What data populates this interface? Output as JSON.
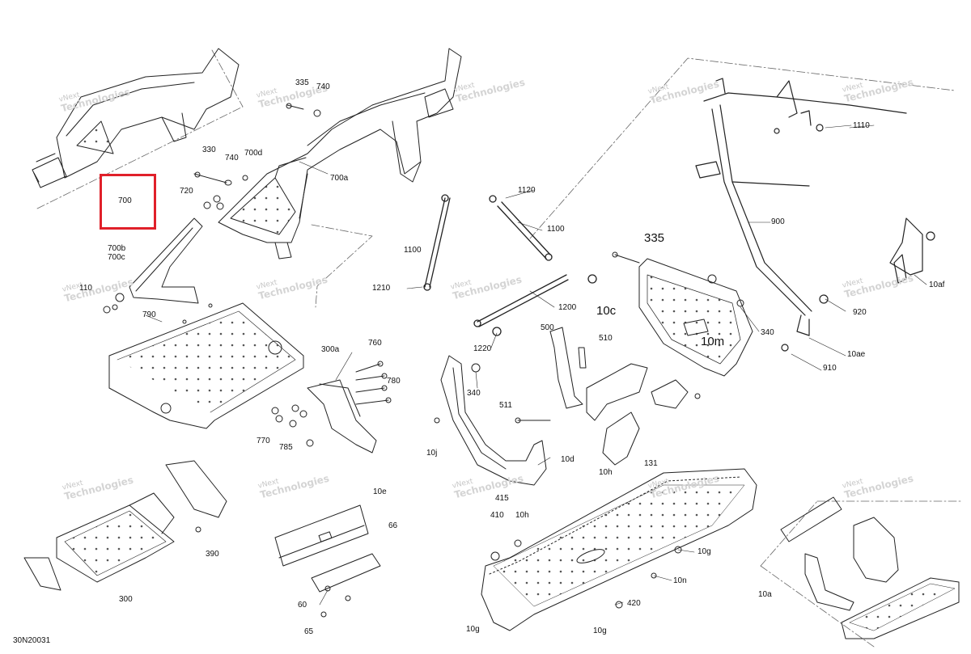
{
  "diagram": {
    "code": "30N20031",
    "highlight": {
      "part": "700",
      "color": "#e0202a"
    },
    "watermark": {
      "line1": "vNext",
      "line2": "Technologies"
    },
    "callouts": [
      {
        "id": "335_top",
        "text": "335"
      },
      {
        "id": "740_top",
        "text": "740"
      },
      {
        "id": "330",
        "text": "330"
      },
      {
        "id": "740",
        "text": "740"
      },
      {
        "id": "700d",
        "text": "700d"
      },
      {
        "id": "700a",
        "text": "700a"
      },
      {
        "id": "720",
        "text": "720"
      },
      {
        "id": "700",
        "text": "700"
      },
      {
        "id": "700b",
        "text": "700b"
      },
      {
        "id": "700c",
        "text": "700c"
      },
      {
        "id": "110",
        "text": "110"
      },
      {
        "id": "790",
        "text": "790"
      },
      {
        "id": "300a",
        "text": "300a"
      },
      {
        "id": "760",
        "text": "760"
      },
      {
        "id": "780",
        "text": "780"
      },
      {
        "id": "770",
        "text": "770"
      },
      {
        "id": "785",
        "text": "785"
      },
      {
        "id": "1120",
        "text": "1120"
      },
      {
        "id": "1100_r",
        "text": "1100"
      },
      {
        "id": "1100_l",
        "text": "1100"
      },
      {
        "id": "1210",
        "text": "1210"
      },
      {
        "id": "1200",
        "text": "1200"
      },
      {
        "id": "1220",
        "text": "1220"
      },
      {
        "id": "500",
        "text": "500"
      },
      {
        "id": "510",
        "text": "510"
      },
      {
        "id": "340_l",
        "text": "340"
      },
      {
        "id": "511",
        "text": "511"
      },
      {
        "id": "10j",
        "text": "10j"
      },
      {
        "id": "10d",
        "text": "10d"
      },
      {
        "id": "415",
        "text": "415"
      },
      {
        "id": "10h_a",
        "text": "10h"
      },
      {
        "id": "131",
        "text": "131"
      },
      {
        "id": "410",
        "text": "410"
      },
      {
        "id": "10h_b",
        "text": "10h"
      },
      {
        "id": "10g_a",
        "text": "10g"
      },
      {
        "id": "10n",
        "text": "10n"
      },
      {
        "id": "420",
        "text": "420"
      },
      {
        "id": "10g_b",
        "text": "10g"
      },
      {
        "id": "10g_c",
        "text": "10g"
      },
      {
        "id": "1110",
        "text": "1110"
      },
      {
        "id": "900",
        "text": "900"
      },
      {
        "id": "335_big",
        "text": "335"
      },
      {
        "id": "10c",
        "text": "10c"
      },
      {
        "id": "10m",
        "text": "10m"
      },
      {
        "id": "340_r",
        "text": "340"
      },
      {
        "id": "920",
        "text": "920"
      },
      {
        "id": "10af",
        "text": "10af"
      },
      {
        "id": "10ae",
        "text": "10ae"
      },
      {
        "id": "910",
        "text": "910"
      },
      {
        "id": "300",
        "text": "300"
      },
      {
        "id": "390",
        "text": "390"
      },
      {
        "id": "10e",
        "text": "10e"
      },
      {
        "id": "66",
        "text": "66"
      },
      {
        "id": "60",
        "text": "60"
      },
      {
        "id": "65",
        "text": "65"
      },
      {
        "id": "10a",
        "text": "10a"
      }
    ]
  }
}
